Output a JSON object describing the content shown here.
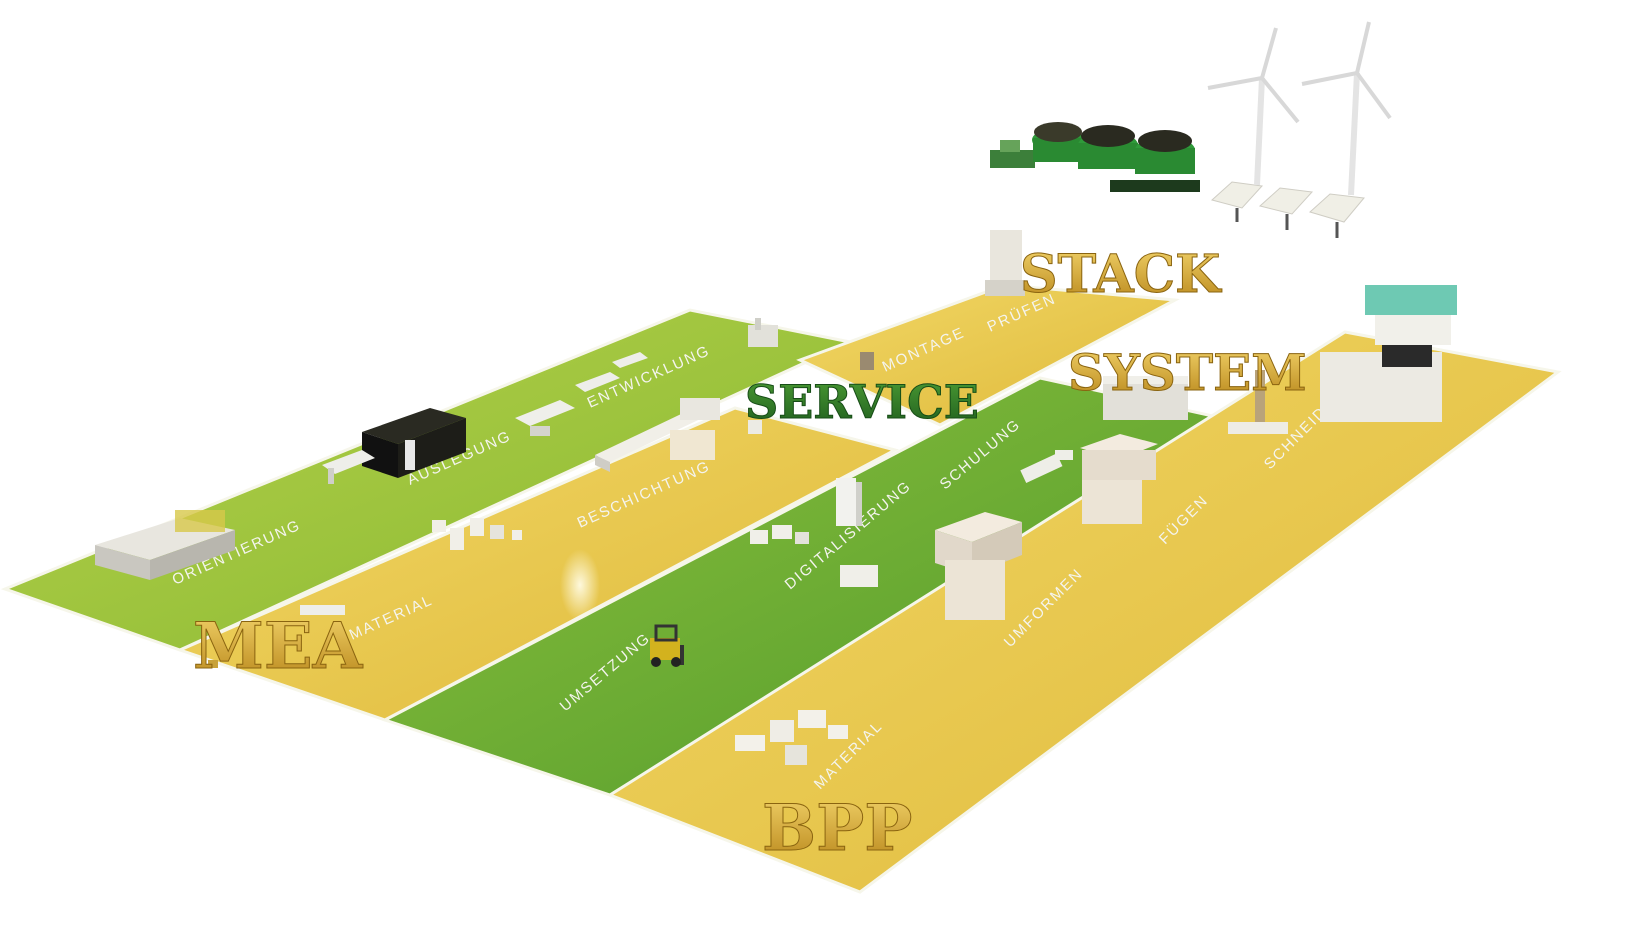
{
  "labels": {
    "mea": "MEA",
    "bpp": "BPP",
    "service": "SERVICE",
    "stack": "STACK",
    "system": "SYSTEM"
  },
  "stations": {
    "orientierung": "ORIENTIERUNG",
    "auslegung": "AUSLEGUNG",
    "entwicklung": "ENTWICKLUNG",
    "material_mea": "MATERIAL",
    "beschichtung": "BESCHICHTUNG",
    "montage": "MONTAGE",
    "pruefen": "PRÜFEN",
    "schulung": "SCHULUNG",
    "digitalisierung": "DIGITALISIERUNG",
    "umsetzung": "UMSETZUNG",
    "material_bpp": "MATERIAL",
    "umformen": "UMFORMEN",
    "fuegen": "FÜGEN",
    "schneiden": "SCHNEIDEN"
  },
  "colors": {
    "green_lane": "#9cc23c",
    "yellow_lane": "#e9c74a",
    "gold_letters": "#c99a1c",
    "service_green": "#2f7d2a",
    "biogas_green": "#2f9a3a"
  },
  "icons": [
    "forklift-icon",
    "wind-turbine-icon",
    "solar-panel-icon",
    "biogas-plant-icon",
    "press-machine-icon"
  ]
}
